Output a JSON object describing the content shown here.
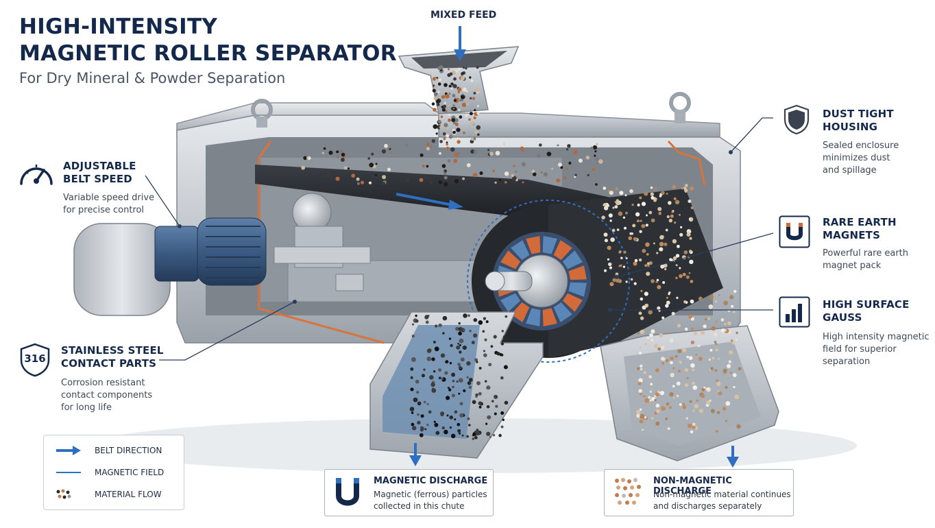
{
  "title": {
    "line1": "HIGH-INTENSITY",
    "line2": "MAGNETIC ROLLER SEPARATOR",
    "subtitle": "For Dry Mineral & Powder Separation"
  },
  "feed_label": "MIXED FEED",
  "features": {
    "belt_speed": {
      "title1": "ADJUSTABLE",
      "title2": "BELT SPEED",
      "desc1": "Variable speed drive",
      "desc2": "for precise control",
      "icon": "speedometer-icon"
    },
    "stainless": {
      "badge": "316",
      "title1": "STAINLESS STEEL",
      "title2": "CONTACT PARTS",
      "desc1": "Corrosion resistant",
      "desc2": "contact components",
      "desc3": "for long life",
      "icon": "shield-316-icon"
    },
    "dust_tight": {
      "title1": "DUST TIGHT",
      "title2": "HOUSING",
      "desc1": "Sealed enclosure",
      "desc2": "minimizes dust",
      "desc3": "and spillage",
      "icon": "shield-icon"
    },
    "rare_earth": {
      "title1": "RARE EARTH",
      "title2": "MAGNETS",
      "desc1": "Powerful rare earth",
      "desc2": "magnet pack",
      "icon": "magnet-icon"
    },
    "gauss": {
      "title1": "HIGH SURFACE",
      "title2": "GAUSS",
      "desc1": "High intensity magnetic",
      "desc2": "field for superior",
      "desc3": "separation",
      "icon": "bar-chart-icon"
    }
  },
  "legend": {
    "belt_direction": "BELT DIRECTION",
    "magnetic_field": "MAGNETIC FIELD",
    "material_flow": "MATERIAL FLOW"
  },
  "discharge": {
    "magnetic": {
      "title": "MAGNETIC DISCHARGE",
      "desc1": "Magnetic (ferrous) particles",
      "desc2": "collected in this chute",
      "icon": "magnet-icon"
    },
    "non_magnetic": {
      "title": "NON-MAGNETIC DISCHARGE",
      "desc1": "Non-magnetic material continues",
      "desc2": "and discharges separately",
      "icon": "particles-icon"
    }
  },
  "colors": {
    "navy": "#13284a",
    "accent_blue": "#2f6fbf",
    "steel": "#c4c9cf",
    "belt": "#2b2e33",
    "magnet_orange": "#d36a3a",
    "seal_orange": "#d8743a"
  }
}
